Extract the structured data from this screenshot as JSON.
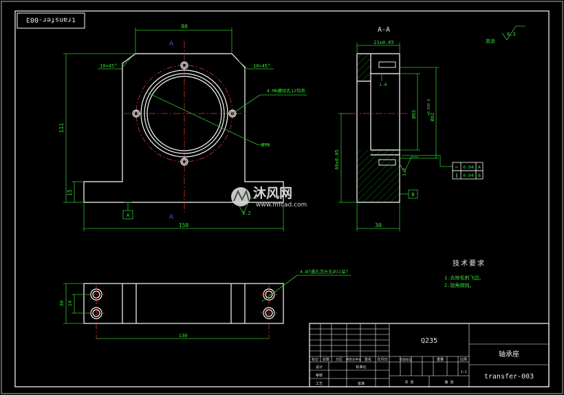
{
  "drawing_number_rotated": "transfer-003",
  "section_title": "A-A",
  "roughness": {
    "value": "6.3",
    "label": "其余"
  },
  "front_view": {
    "width": "150",
    "top_width": "90",
    "height": "111",
    "base_height": "15",
    "chamfer_left": "10×45°",
    "chamfer_right": "10×45°",
    "hole_note": "4-M6螺纹孔12均布",
    "bore_diameter": "Ø76",
    "roughness_bottom": "3.2",
    "section_marker_top": "A",
    "section_marker_bottom": "A",
    "datum": "A"
  },
  "section_view": {
    "top_width": "21±0.05",
    "thread_depth": "1.6",
    "inner_diameter": "Ø65",
    "outer_diameter": "Ø62",
    "outer_tolerance": "+0.030 0",
    "center_height": "66±0.05",
    "roughness": "3.2",
    "width": "30",
    "datum": "B",
    "gdt": [
      {
        "symbol": "▱",
        "value": "0.04",
        "datum": "A"
      },
      {
        "symbol": "∥",
        "value": "0.04",
        "datum": "B"
      }
    ]
  },
  "top_view": {
    "hole_note": "4-Ø7通孔沉头孔Ø11深7",
    "height_total": "30",
    "height_inner": "14",
    "hole_spacing": "130"
  },
  "technical_requirements": {
    "title": "技术要求",
    "items": [
      "1.去除毛刺飞边。",
      "2.锐角倒钝。"
    ]
  },
  "title_block": {
    "material": "Q235",
    "part_name": "轴承座",
    "drawing_number": "transfer-003",
    "scale": "1:1",
    "labels": {
      "mark": "标记",
      "count": "处数",
      "zone": "分区",
      "change_doc": "更改文件号",
      "sign": "签名",
      "date": "年月日",
      "design": "设计",
      "standardize": "标准化",
      "stage_mark": "阶段标记",
      "weight": "重量",
      "ratio": "比例",
      "review": "审核",
      "process": "工艺",
      "approve": "批准",
      "sheets_total": "共 张",
      "sheet_no": "第 张"
    }
  },
  "watermark": {
    "brand": "沐风网",
    "url": "www.mfcad.com"
  }
}
